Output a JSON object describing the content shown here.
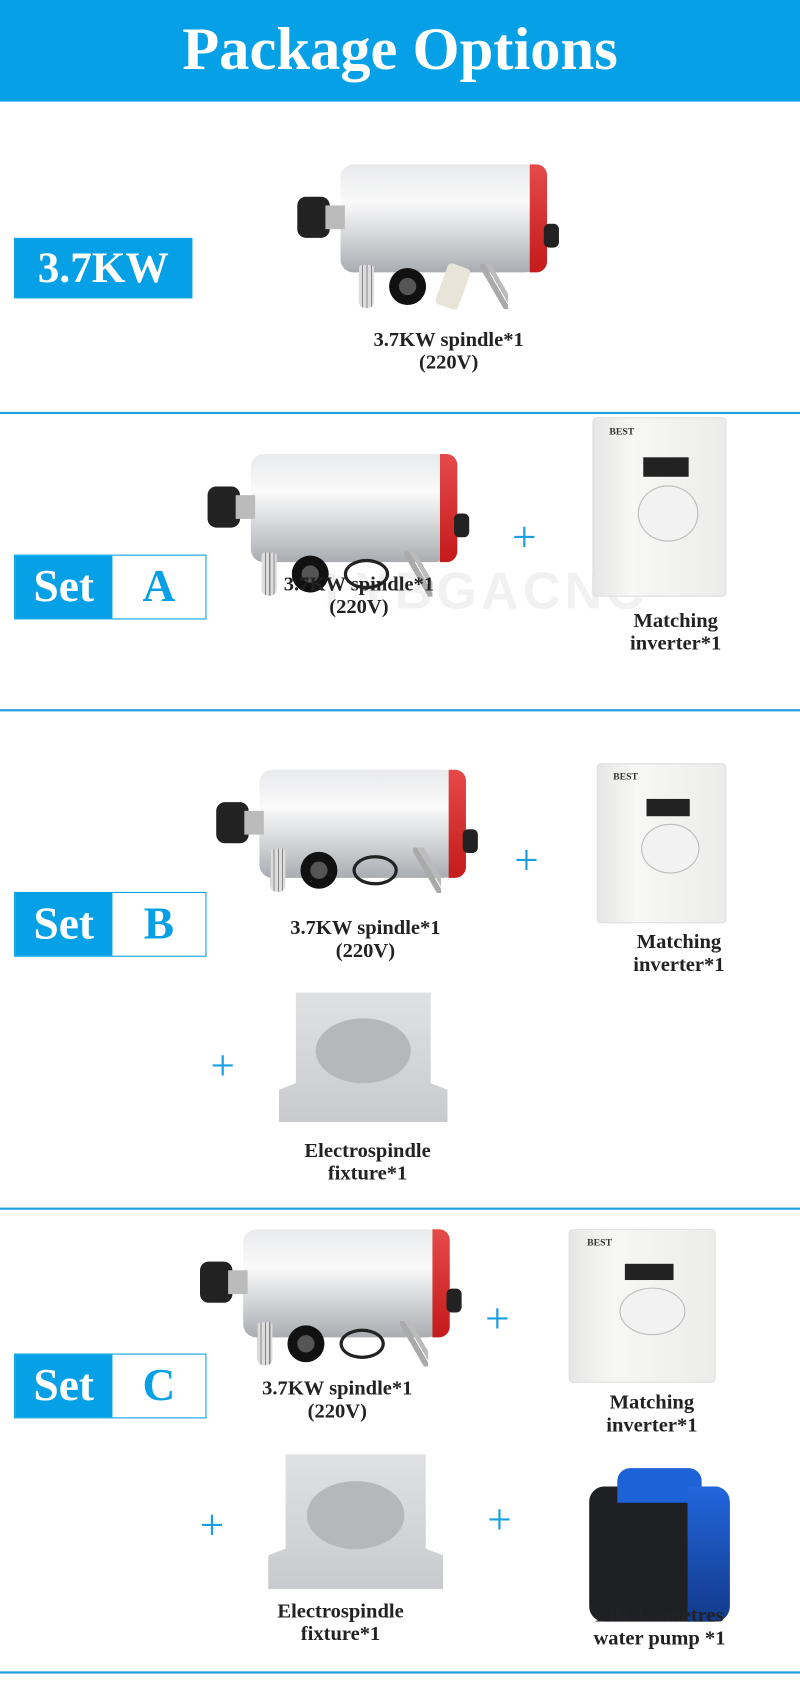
{
  "header": {
    "title": "Package Options"
  },
  "watermark": "LYBGACNC",
  "power_option": {
    "label": "3.7KW",
    "spindle_caption": [
      "3.7KW spindle*1",
      "(220V)"
    ]
  },
  "sets": [
    {
      "set_label": "Set",
      "letter": "A",
      "items": [
        [
          "3.7KW spindle*1",
          "(220V)"
        ],
        [
          "Matching",
          "inverter*1"
        ]
      ]
    },
    {
      "set_label": "Set",
      "letter": "B",
      "items": [
        [
          "3.7KW spindle*1",
          "(220V)"
        ],
        [
          "Matching",
          "inverter*1"
        ],
        [
          "Electrospindle",
          "fixture*1"
        ]
      ]
    },
    {
      "set_label": "Set",
      "letter": "C",
      "items": [
        [
          "3.7KW spindle*1",
          "(220V)"
        ],
        [
          "Matching",
          "inverter*1"
        ],
        [
          "Electrospindle",
          "fixture*1"
        ],
        [
          "Lift 3.5 metres",
          "water pump *1"
        ]
      ]
    }
  ],
  "plus_symbol": "+",
  "colors": {
    "accent": "#06a0e6",
    "spindle_ring": "#d42222"
  }
}
